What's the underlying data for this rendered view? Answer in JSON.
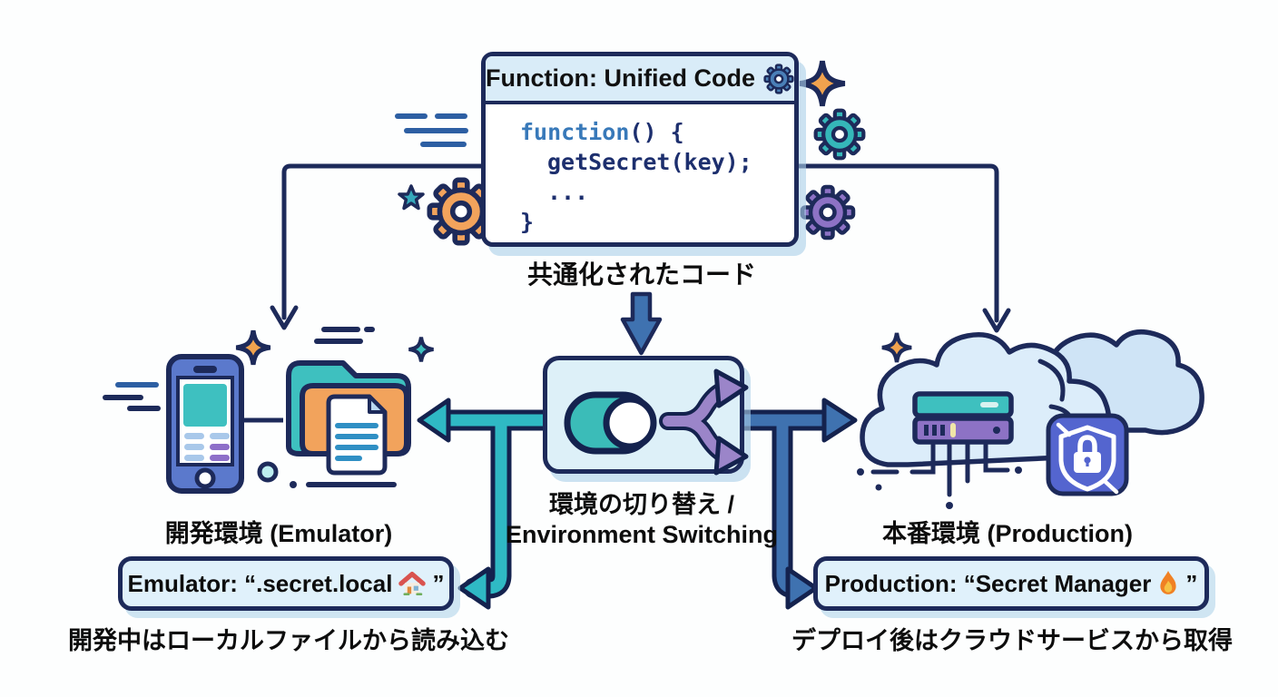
{
  "palette": {
    "outline_navy": "#1d2a5a",
    "steel_blue_arrow": "#3f72b0",
    "teal": "#3bbcb8",
    "orange": "#f2a35c",
    "purple": "#8d72c5",
    "light_blue_fill": "#ddf0f8",
    "indigo_badge": "#5465cf",
    "code_keyword_blue": "#3879b9",
    "code_text_navy": "#1d2f6e"
  },
  "code_box": {
    "header": "Function: Unified Code",
    "header_icon": "gear-icon",
    "code": {
      "keyword": "function",
      "line1_rest": "() {",
      "line2": "getSecret(key);",
      "line3": "...",
      "line4": "}"
    },
    "caption": "共通化されたコード"
  },
  "switch_box": {
    "icons": [
      "toggle-icon",
      "fork-arrows-icon"
    ],
    "caption_line1": "環境の切り替え /",
    "caption_line2": "Environment Switching"
  },
  "emulator": {
    "title": "開発環境 (Emulator)",
    "box_text_before": "Emulator: “.secret.local",
    "box_icon": "house-icon",
    "box_text_after": "”",
    "caption": "開発中はローカルファイルから読み込む"
  },
  "production": {
    "title": "本番環境 (Production)",
    "box_text_before": "Production: “Secret Manager",
    "box_icon": "fire-icon",
    "box_text_after": "”",
    "caption": "デプロイ後はクラウドサービスから取得"
  }
}
